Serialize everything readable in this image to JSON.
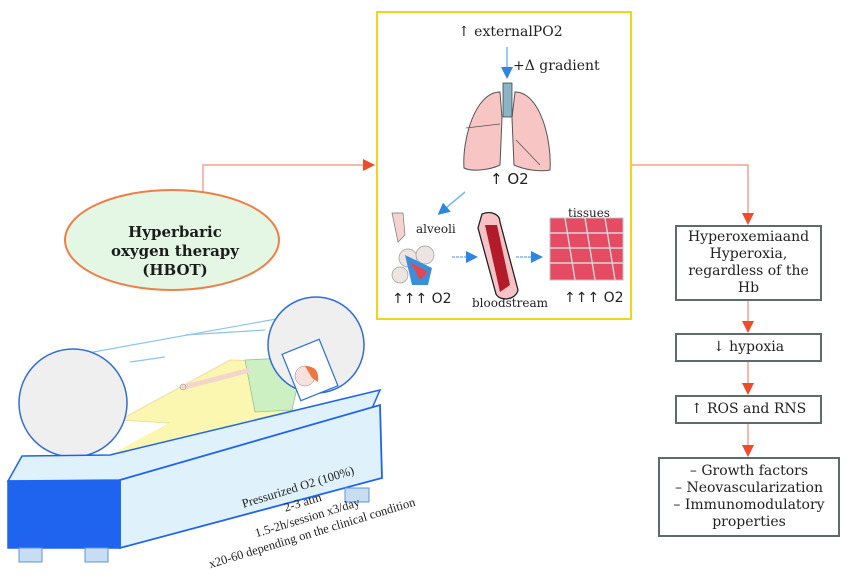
{
  "diagram": {
    "title": "Hyperbaric oxygen therapy mechanism",
    "colors": {
      "process_box_border": "#f2d41c",
      "flow_arrow": "#f08a70",
      "inner_arrow": "#5ea7e8",
      "oval_fill": "#e3f7e4",
      "oval_border": "#ee7f46",
      "outcome_box_border": "#5f6b6a",
      "chamber_blue": "#1f64ee",
      "chamber_light": "#dff1fa"
    },
    "therapy": {
      "line1": "Hyperbaric",
      "line2": "oxygen therapy",
      "line3": "(HBOT)"
    },
    "chamber": {
      "line1": "Pressurized O2 (100%)",
      "line2": "2-3 atm",
      "line3": "1.5-2h/session x3/day",
      "line4": "x20-60 depending on the clinical condition"
    },
    "process": {
      "external": "↑ externalPO2",
      "gradient": "+Δ gradient",
      "lungs_o2": "↑ O2",
      "alveoli": "alveoli",
      "alveoli_o2": "↑↑↑ O2",
      "bloodstream": "bloodstream",
      "tissues": "tissues",
      "tissues_o2": "↑↑↑ O2"
    },
    "outcomes": [
      {
        "lines": [
          "Hyperoxemiaand",
          "Hyperoxia,",
          "regardless of the",
          "Hb"
        ]
      },
      {
        "lines": [
          "↓ hypoxia"
        ]
      },
      {
        "lines": [
          "↑ ROS and RNS"
        ]
      },
      {
        "lines": [
          "– Growth factors",
          "– Neovascularization",
          "– Immunomodulatory",
          "properties"
        ]
      }
    ]
  }
}
